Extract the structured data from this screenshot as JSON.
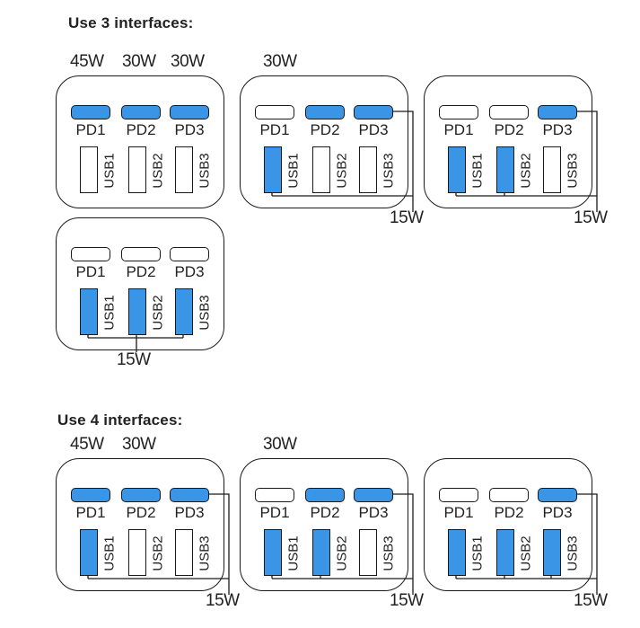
{
  "sections": [
    {
      "heading": "Use 3 interfaces:",
      "configs": [
        {
          "top_watts": [
            "45W",
            "30W",
            "30W"
          ],
          "pd_on": [
            true,
            true,
            true
          ],
          "usb_on": [
            false,
            false,
            false
          ],
          "bottom_watt": "",
          "wire": "none"
        },
        {
          "top_watts": [
            "30W"
          ],
          "pd_on": [
            false,
            true,
            true
          ],
          "usb_on": [
            true,
            false,
            false
          ],
          "bottom_watt": "15W",
          "wire": "right"
        },
        {
          "top_watts": [],
          "pd_on": [
            false,
            false,
            true
          ],
          "usb_on": [
            true,
            true,
            false
          ],
          "bottom_watt": "15W",
          "wire": "right"
        },
        {
          "top_watts": [],
          "pd_on": [
            false,
            false,
            false
          ],
          "usb_on": [
            true,
            true,
            true
          ],
          "bottom_watt": "15W",
          "wire": "center"
        }
      ]
    },
    {
      "heading": "Use 4 interfaces:",
      "configs": [
        {
          "top_watts": [
            "45W",
            "30W"
          ],
          "pd_on": [
            true,
            true,
            true
          ],
          "usb_on": [
            true,
            false,
            false
          ],
          "bottom_watt": "15W",
          "wire": "right"
        },
        {
          "top_watts": [
            "30W"
          ],
          "pd_on": [
            false,
            true,
            true
          ],
          "usb_on": [
            true,
            true,
            false
          ],
          "bottom_watt": "15W",
          "wire": "right"
        },
        {
          "top_watts": [],
          "pd_on": [
            false,
            false,
            true
          ],
          "usb_on": [
            true,
            true,
            true
          ],
          "bottom_watt": "15W",
          "wire": "right"
        }
      ]
    }
  ],
  "port_labels": {
    "pd": [
      "PD1",
      "PD2",
      "PD3"
    ],
    "usb": [
      "USB1",
      "USB2",
      "USB3"
    ]
  }
}
